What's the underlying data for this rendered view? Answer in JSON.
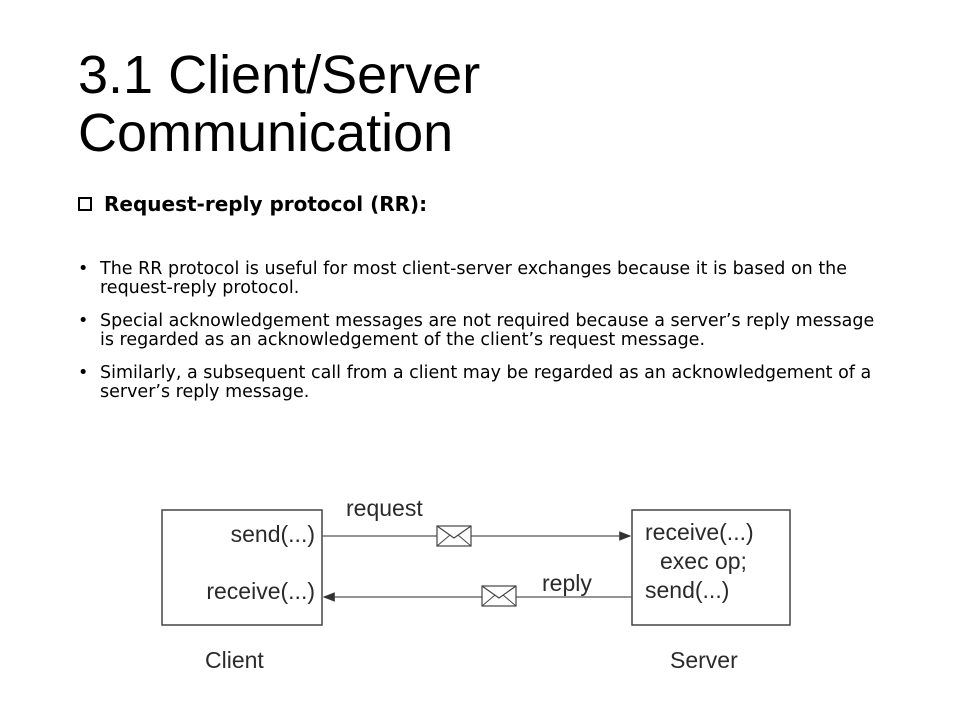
{
  "slide": {
    "title": "3.1  Client/Server\nCommunication",
    "subheading": "Request-reply protocol (RR):",
    "bullets": [
      "The RR protocol is useful for most client-server exchanges because it is based on the request-reply protocol.",
      "Special acknowledgement messages are not required because a server’s reply message is regarded as an acknowledgement of the client’s request message.",
      "Similarly, a subsequent call from a client may be regarded as an acknowledgement of a server’s reply message."
    ]
  },
  "diagram": {
    "client_box": {
      "label": "Client",
      "lines": [
        "send(...)",
        "receive(...)"
      ]
    },
    "server_box": {
      "label": "Server",
      "lines": [
        "receive(...)",
        "exec op;",
        "send(...)"
      ]
    },
    "arrows": {
      "request_label": "request",
      "reply_label": "reply"
    }
  }
}
